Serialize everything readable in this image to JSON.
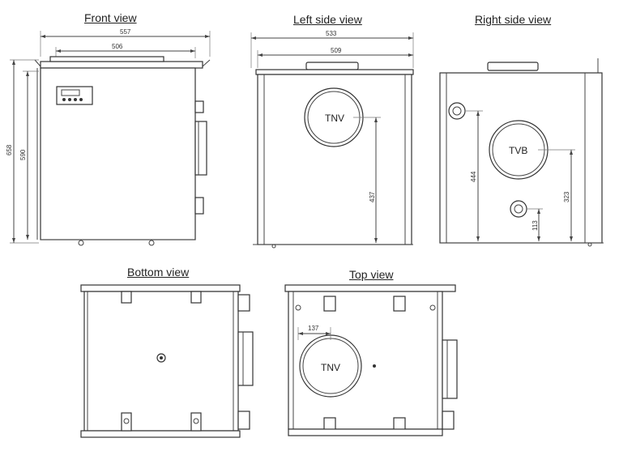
{
  "views": {
    "front": {
      "title": "Front view",
      "dims": {
        "outer_width": "557",
        "inner_width": "506",
        "total_height": "658",
        "body_height": "590"
      }
    },
    "left": {
      "title": "Left side view",
      "dims": {
        "outer_width": "533",
        "inner_width": "509",
        "port_height": "437"
      },
      "port_label": "TNV"
    },
    "right": {
      "title": "Right side view",
      "dims": {
        "upper_port_height": "444",
        "main_port_height": "323",
        "small_port_height": "113"
      },
      "port_label": "TVB"
    },
    "bottom": {
      "title": "Bottom view"
    },
    "top": {
      "title": "Top view",
      "dims": {
        "port_offset": "137"
      },
      "port_label": "TNV"
    }
  }
}
